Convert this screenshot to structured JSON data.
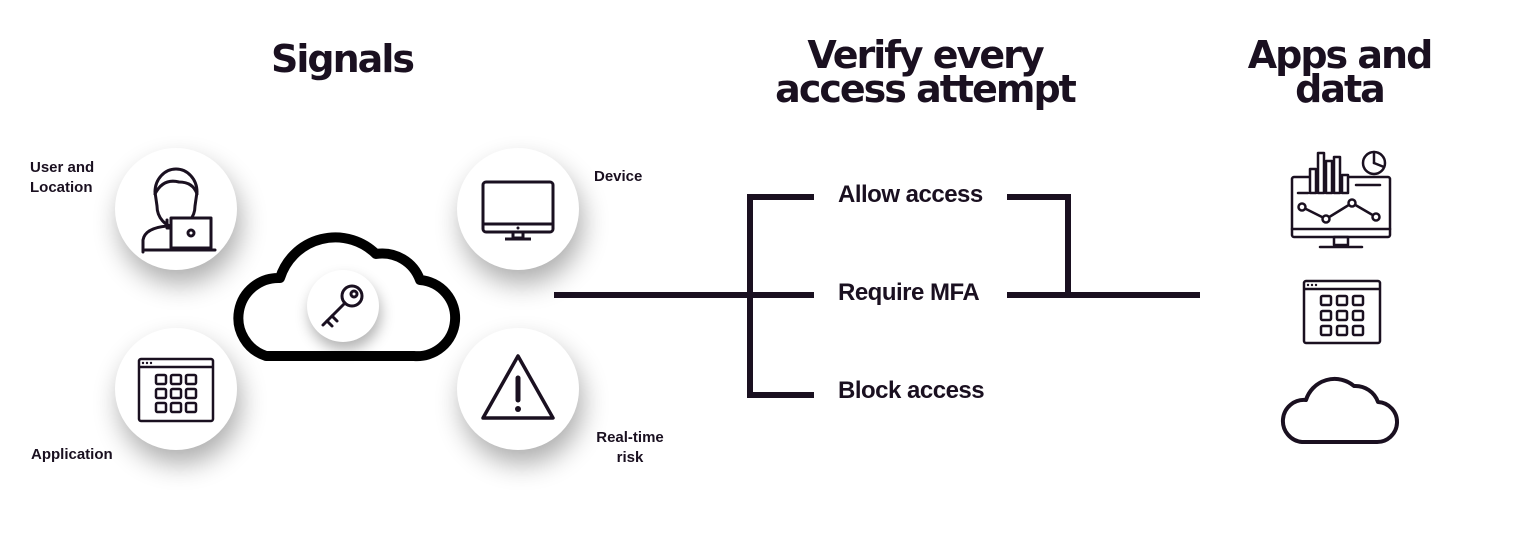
{
  "headings": {
    "signals": "Signals",
    "verify_line1": "Verify every",
    "verify_line2": "access attempt",
    "apps_line1": "Apps and",
    "apps_line2": "data"
  },
  "signal_labels": {
    "user_line1": "User and",
    "user_line2": "Location",
    "device": "Device",
    "application": "Application",
    "risk_line1": "Real-time",
    "risk_line2": "risk"
  },
  "actions": {
    "allow": "Allow access",
    "mfa": "Require MFA",
    "block": "Block access"
  },
  "icons": {
    "user": "user-with-laptop-icon",
    "device": "monitor-icon",
    "application": "app-grid-window-icon",
    "risk": "warning-triangle-icon",
    "cloud": "cloud-icon",
    "key": "key-icon",
    "dashboard": "analytics-dashboard-icon",
    "apps": "app-grid-window-icon",
    "cloud_data": "cloud-outline-icon"
  },
  "colors": {
    "ink": "#1a1020",
    "background": "#ffffff"
  }
}
